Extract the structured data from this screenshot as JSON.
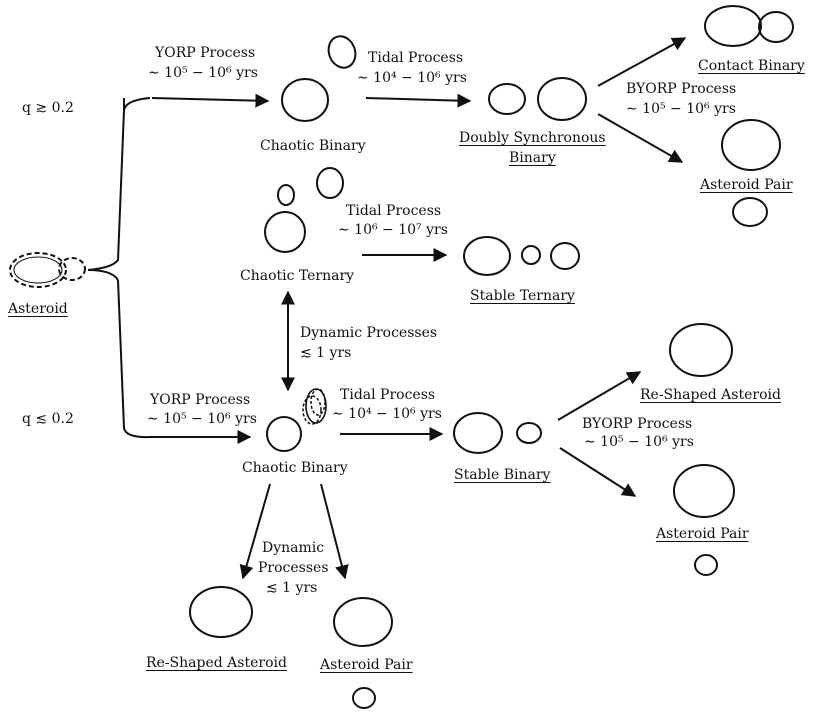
{
  "labels": {
    "asteroid": "Asteroid",
    "q_high": "q ≳ 0.2",
    "q_low": "q ≲ 0.2",
    "yorp_top": "YORP Process",
    "yorp_top_time": "∼ 10⁵ − 10⁶ yrs",
    "chaotic_binary_top": "Chaotic Binary",
    "tidal_top": "Tidal Process",
    "tidal_top_time": "∼ 10⁴ − 10⁶ yrs",
    "doubly_sync_1": "Doubly Synchronous",
    "doubly_sync_2": "Binary",
    "byorp_top": "BYORP Process",
    "byorp_top_time": "∼ 10⁵ − 10⁶ yrs",
    "contact_binary": "Contact Binary",
    "asteroid_pair_top": "Asteroid Pair",
    "tidal_mid": "Tidal Process",
    "tidal_mid_time": "∼ 10⁶ − 10⁷ yrs",
    "chaotic_ternary": "Chaotic Ternary",
    "stable_ternary": "Stable Ternary",
    "dynamic_mid": "Dynamic Processes",
    "dynamic_mid_time": "≲ 1 yrs",
    "yorp_bottom": "YORP Process",
    "yorp_bottom_time": "∼ 10⁵ − 10⁶ yrs",
    "chaotic_binary_bottom": "Chaotic Binary",
    "tidal_bottom": "Tidal Process",
    "tidal_bottom_time": "∼ 10⁴ − 10⁶ yrs",
    "stable_binary": "Stable Binary",
    "byorp_bottom": "BYORP Process",
    "byorp_bottom_time": "∼ 10⁵ − 10⁶ yrs",
    "reshaped_right": "Re-Shaped Asteroid",
    "asteroid_pair_right": "Asteroid Pair",
    "dynamic_bottom_1": "Dynamic",
    "dynamic_bottom_2": "Processes",
    "dynamic_bottom_3": "≲ 1 yrs",
    "reshaped_bottom": "Re-Shaped Asteroid",
    "asteroid_pair_bottom": "Asteroid Pair"
  }
}
